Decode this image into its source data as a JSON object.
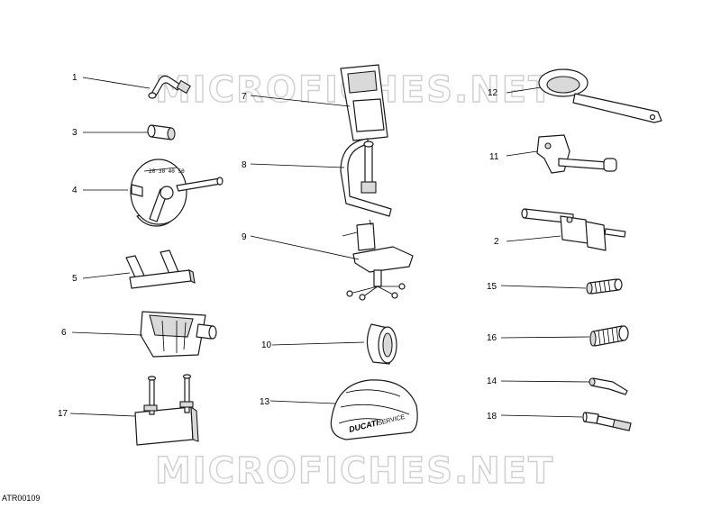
{
  "watermark": "MICROFICHES.NET",
  "drawing_code": "ATR00109",
  "brand_text": "DUCATI",
  "brand_sub": "SERVICE",
  "callouts": [
    "1",
    "3",
    "4",
    "5",
    "6",
    "17",
    "7",
    "8",
    "9",
    "10",
    "13",
    "12",
    "11",
    "2",
    "15",
    "16",
    "14",
    "18"
  ]
}
